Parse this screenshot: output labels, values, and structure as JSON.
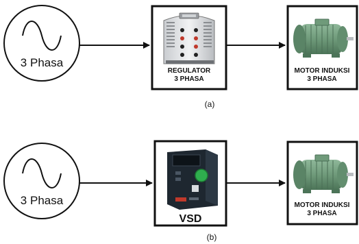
{
  "diagram_a": {
    "source_label": "3 Phasa",
    "middle_block_line1": "REGULATOR",
    "middle_block_line2": "3 PHASA",
    "right_block_line1": "MOTOR INDUKSI",
    "right_block_line2": "3 PHASA",
    "caption": "(a)"
  },
  "diagram_b": {
    "source_label": "3 Phasa",
    "middle_block_label": "VSD",
    "right_block_line1": "MOTOR INDUKSI",
    "right_block_line2": "3 PHASA",
    "caption": "(b)"
  },
  "colors": {
    "line": "#111111",
    "motor_green": "#6f9a7a",
    "vsd_body": "#1e2730",
    "vsd_button": "#2fae4e"
  }
}
